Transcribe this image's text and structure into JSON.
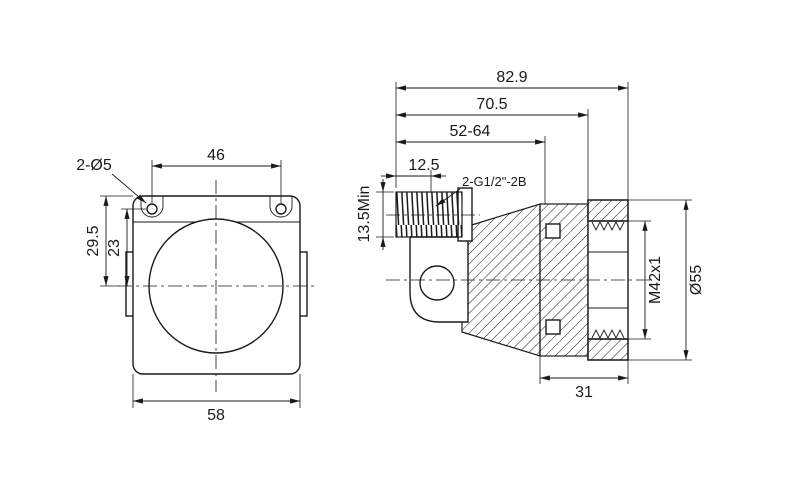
{
  "front_view": {
    "holes_label": "2-Ø5",
    "top_width": "46",
    "left_height": "29.5",
    "hole_offset": "23",
    "bottom_width": "58"
  },
  "side_view": {
    "overall_length": "82.9",
    "body_length": "70.5",
    "adjustment_range": "52-64",
    "thread_length": "12.5",
    "thread_depth_min": "13.5Min",
    "conduit_thread_label": "2-G1/2\"-2B",
    "mounting_thread": "M42x1",
    "flange_diameter": "Ø55",
    "rear_depth": "31"
  },
  "colors": {
    "line": "#1a1a1a",
    "background": "#ffffff"
  }
}
